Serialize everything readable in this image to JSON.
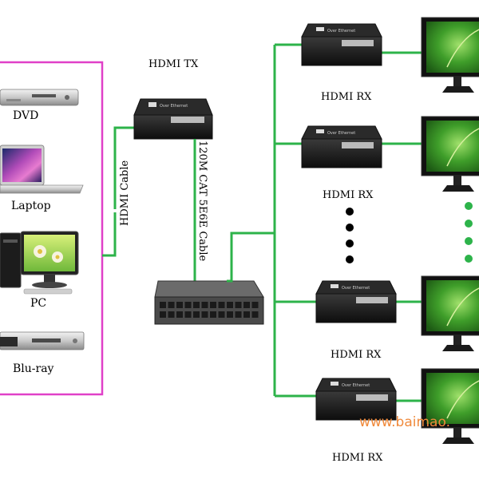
{
  "sources": [
    {
      "label": "DVD",
      "icon": "dvd-player-icon"
    },
    {
      "label": "Laptop",
      "icon": "laptop-icon"
    },
    {
      "label": "PC",
      "icon": "desktop-pc-icon"
    },
    {
      "label": "Blu-ray",
      "icon": "bluray-player-icon"
    }
  ],
  "transmitter": {
    "label": "HDMI TX",
    "icon": "hdmi-extender-icon"
  },
  "cables": {
    "hdmi_cable": "HDMI Cable",
    "cat_cable": "120M CAT 5E6E Cable"
  },
  "switch": {
    "icon": "network-switch-icon"
  },
  "receivers": [
    {
      "label": "HDMI RX"
    },
    {
      "label": "HDMI RX"
    },
    {
      "label": "HDMI RX"
    },
    {
      "label": "HDMI RX"
    }
  ],
  "device_panel_text": "Over Ethernet",
  "watermark": "www.baimao.",
  "colors": {
    "source_border": "#e040c8",
    "line_green": "#2db34a",
    "dots_black": "#000000",
    "dots_green": "#2db34a",
    "device_body": "#1a1a1a",
    "screen_leaf": "#3c9a2c"
  }
}
